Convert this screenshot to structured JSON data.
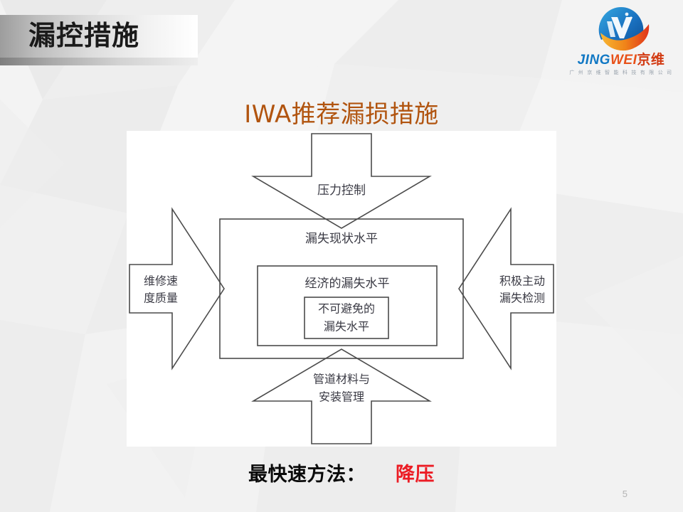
{
  "slide": {
    "title": "漏控措施",
    "heading": "IWA推荐漏损措施",
    "page_number": "5",
    "accent_color": "#b1540f",
    "alert_color": "#ec1c24",
    "background_color": "#f0f0f0"
  },
  "logo": {
    "wordmark_jing": "JING",
    "wordmark_wei": "WEI",
    "wordmark_cn": "京维",
    "subtitle": "广 州 京 维 智 能 科 技 有 限 公 司",
    "mark_blue": "#1a71c0",
    "mark_orange": "#f08519"
  },
  "diagram": {
    "type": "iwa-water-loss-management",
    "center_boxes": [
      {
        "id": "current",
        "label": "漏失现状水平"
      },
      {
        "id": "economic",
        "label": "经济的漏失水平"
      },
      {
        "id": "unavoidable",
        "label_line1": "不可避免的",
        "label_line2": "漏失水平"
      }
    ],
    "arrows": [
      {
        "id": "top",
        "direction": "down",
        "label_line1": "压力控制",
        "label_line2": ""
      },
      {
        "id": "left",
        "direction": "right",
        "label_line1": "维修速",
        "label_line2": "度质量"
      },
      {
        "id": "right",
        "direction": "left",
        "label_line1": "积极主动",
        "label_line2": "漏失检测"
      },
      {
        "id": "bottom",
        "direction": "up",
        "label_line1": "管道材料与",
        "label_line2": "安装管理"
      }
    ]
  },
  "conclusion": {
    "label": "最快速方法：",
    "value": "降压"
  }
}
